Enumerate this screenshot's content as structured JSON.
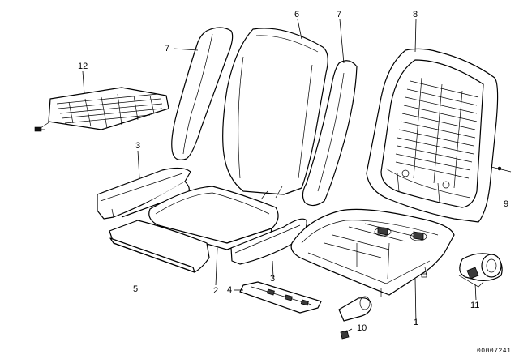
{
  "diagram": {
    "labels": [
      "1",
      "2",
      "3",
      "3",
      "4",
      "5",
      "6",
      "7",
      "7",
      "8",
      "9",
      "10",
      "11",
      "12"
    ],
    "catalog_code": "00007241"
  }
}
